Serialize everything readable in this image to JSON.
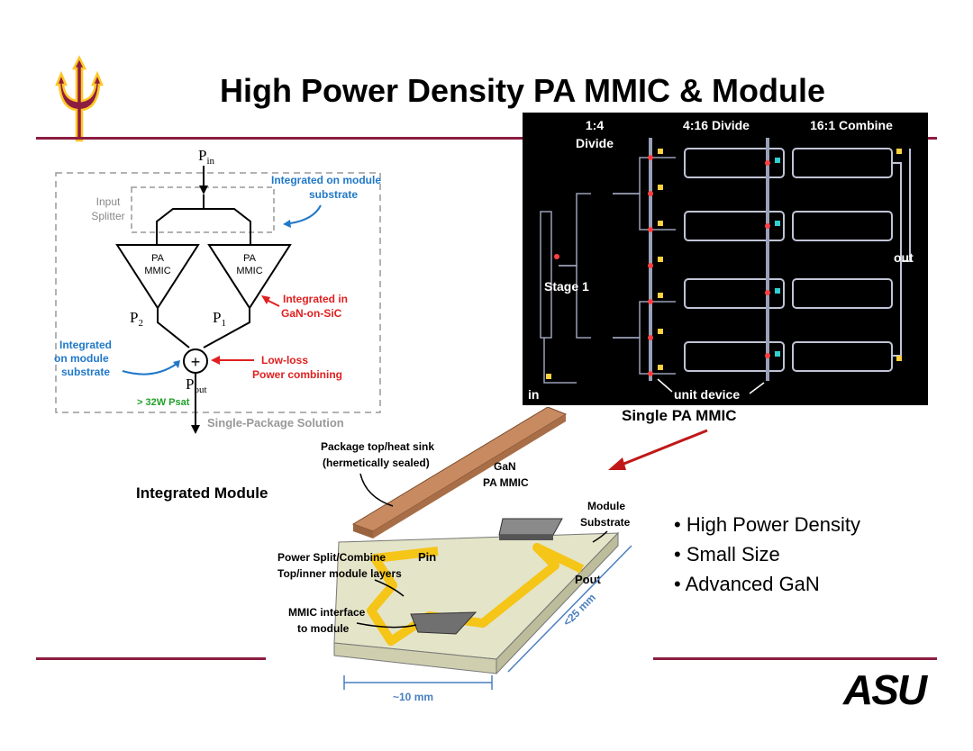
{
  "slide": {
    "title": "High Power Density PA MMIC & Module",
    "integrated_module_heading": "Integrated Module",
    "single_pa_caption": "Single PA MMIC",
    "bullets": [
      "• High Power Density",
      "• Small Size",
      "• Advanced GaN"
    ],
    "logo_text": "ASU"
  },
  "block_diagram": {
    "p_in": "P",
    "p_in_sub": "in",
    "input_splitter_line1": "Input",
    "input_splitter_line2": "Splitter",
    "integrated_on_substrate_line1": "Integrated on module",
    "integrated_on_substrate_line2": "substrate",
    "pa_label1_line1": "PA",
    "pa_label1_line2": "MMIC",
    "pa_label2_line1": "PA",
    "pa_label2_line2": "MMIC",
    "integrated_in_line1": "Integrated in",
    "integrated_in_line2": "GaN-on-SiC",
    "p2": "P",
    "p2_sub": "2",
    "p1": "P",
    "p1_sub": "1",
    "integrated_left_line1": "Integrated",
    "integrated_left_line2": "on module",
    "integrated_left_line3": "substrate",
    "low_loss_line1": "Low-loss",
    "low_loss_line2": "Power combining",
    "p_out": "P",
    "p_out_sub": "out",
    "psat": "> 32W Psat",
    "single_package": "Single-Package Solution",
    "plus": "+"
  },
  "mmic_layout": {
    "divide_1_4_line1": "1:4",
    "divide_1_4_line2": "Divide",
    "divide_4_16": "4:16 Divide",
    "combine_16_1": "16:1 Combine",
    "stage1": "Stage 1",
    "out": "out",
    "in": "in",
    "unit_device": "unit device"
  },
  "module_drawing": {
    "package_top_line1": "Package top/heat sink",
    "package_top_line2": "(hermetically sealed)",
    "gan_line1": "GaN",
    "gan_line2": "PA MMIC",
    "module_substrate_line1": "Module",
    "module_substrate_line2": "Substrate",
    "power_split_line1": "Power Split/Combine",
    "power_split_line2": "Top/inner module layers",
    "pin": "Pin",
    "pout": "Pout",
    "mmic_interface_line1": "MMIC interface",
    "mmic_interface_line2": "to module",
    "dim_25": "<25 mm",
    "dim_10": "~10 mm"
  },
  "colors": {
    "maroon": "#8c1d40",
    "gold": "#ffc627",
    "blue_note": "#1f78c8",
    "red_note": "#e02020",
    "green_note": "#22a02a",
    "copper": "#c88a60",
    "trace": "#f5c518",
    "substrate": "#e4e4c8"
  }
}
